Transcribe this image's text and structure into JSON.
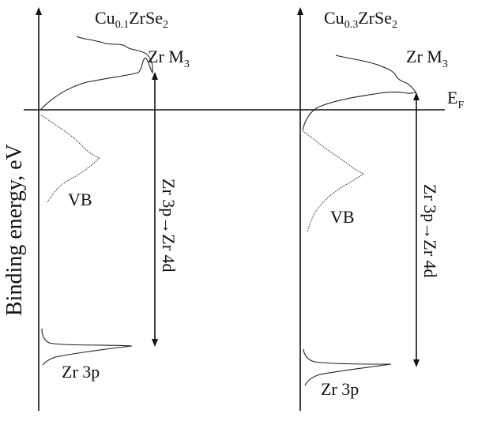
{
  "diagram": {
    "y_axis_label": "Binding energy, eV",
    "fermi_level": {
      "main": "E",
      "sub": "F"
    },
    "panels": [
      {
        "compound": {
          "part1": "Cu",
          "sub1": "0.1",
          "part2": "ZrSe",
          "sub2": "2"
        },
        "peak_m3": {
          "main": "Zr M",
          "sub": "3"
        },
        "vb": "VB",
        "core": "Zr 3p",
        "transition": "Zr 3p→Zr 4d"
      },
      {
        "compound": {
          "part1": "Cu",
          "sub1": "0.3",
          "part2": "ZrSe",
          "sub2": "2"
        },
        "peak_m3": {
          "main": "Zr M",
          "sub": "3"
        },
        "vb": "VB",
        "core": "Zr 3p",
        "transition": "Zr 3p→Zr 4d"
      }
    ]
  }
}
